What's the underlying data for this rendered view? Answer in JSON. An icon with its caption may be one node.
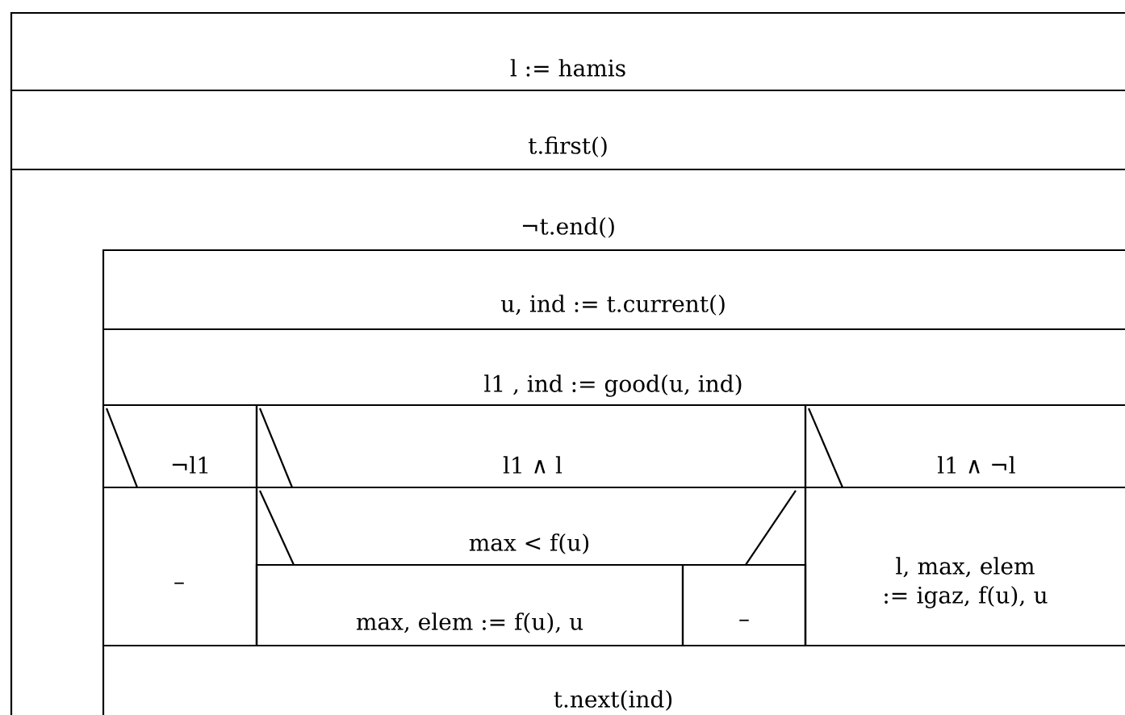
{
  "diagram": {
    "nodes": [
      {
        "text": [
          "l := hamis"
        ]
      },
      {
        "text": [
          "t.first()"
        ]
      },
      {
        "text": [
          "¬t.end()"
        ]
      },
      {
        "text": [
          "u, ind := t.current()"
        ],
        "in": 2
      },
      {
        "text": [
          "l1 , ind := good(u, ind)"
        ],
        "in": 2
      },
      {
        "text": [
          "¬l1"
        ],
        "in": 2
      },
      {
        "text": [
          "l1 ∧ l"
        ],
        "in": 2
      },
      {
        "text": [
          "l1 ∧ ¬l"
        ],
        "in": 2
      },
      {
        "text": [
          "–"
        ],
        "in": 2
      },
      {
        "text": [
          "max < f(u)"
        ],
        "in": 2
      },
      {
        "text": [
          "max, elem := f(u), u"
        ],
        "in": 9
      },
      {
        "text": [
          "–"
        ],
        "in": 9
      },
      {
        "text": [
          "l, max, elem := igaz, f(u), u"
        ],
        "in": 2
      },
      {
        "text": [
          "t.next(ind)"
        ],
        "in": 2
      }
    ]
  }
}
